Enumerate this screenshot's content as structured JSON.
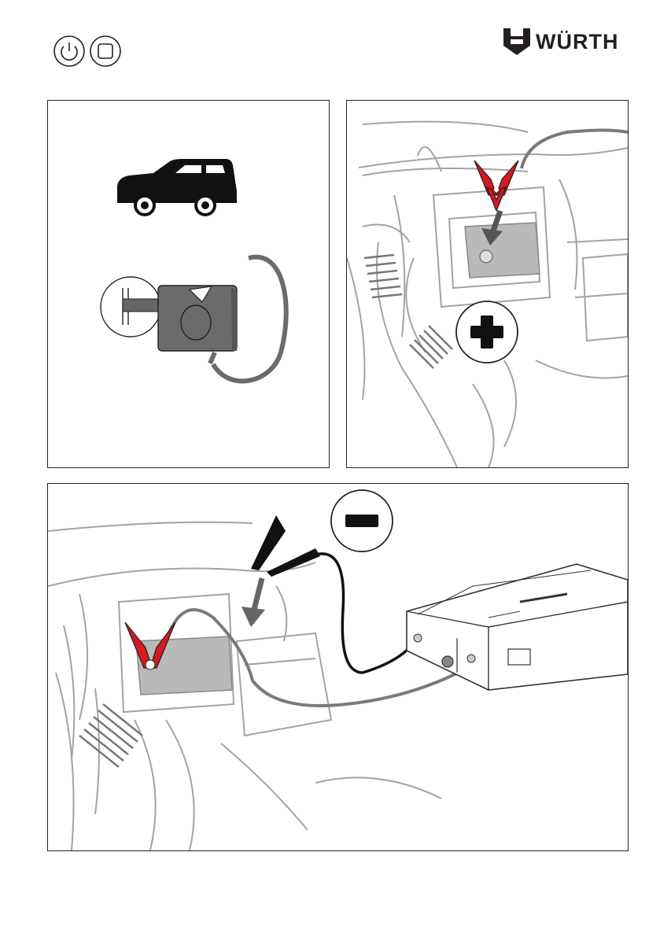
{
  "header": {
    "icons": [
      "power-icon",
      "stop-icon"
    ],
    "brand": "WÜRTH"
  },
  "panels": [
    {
      "name": "switch-off-vehicle",
      "icons": [
        "car-icon",
        "ignition-key-icon"
      ]
    },
    {
      "name": "connect-positive-clamp",
      "symbol": "+",
      "clamp_color": "#d71920"
    },
    {
      "name": "connect-negative-clamp",
      "symbol": "−",
      "clamp_color": "#1a1a1a"
    }
  ],
  "colors": {
    "accent_red": "#d71920",
    "line": "#9a9a9a",
    "battery": "#b9b9b9"
  }
}
